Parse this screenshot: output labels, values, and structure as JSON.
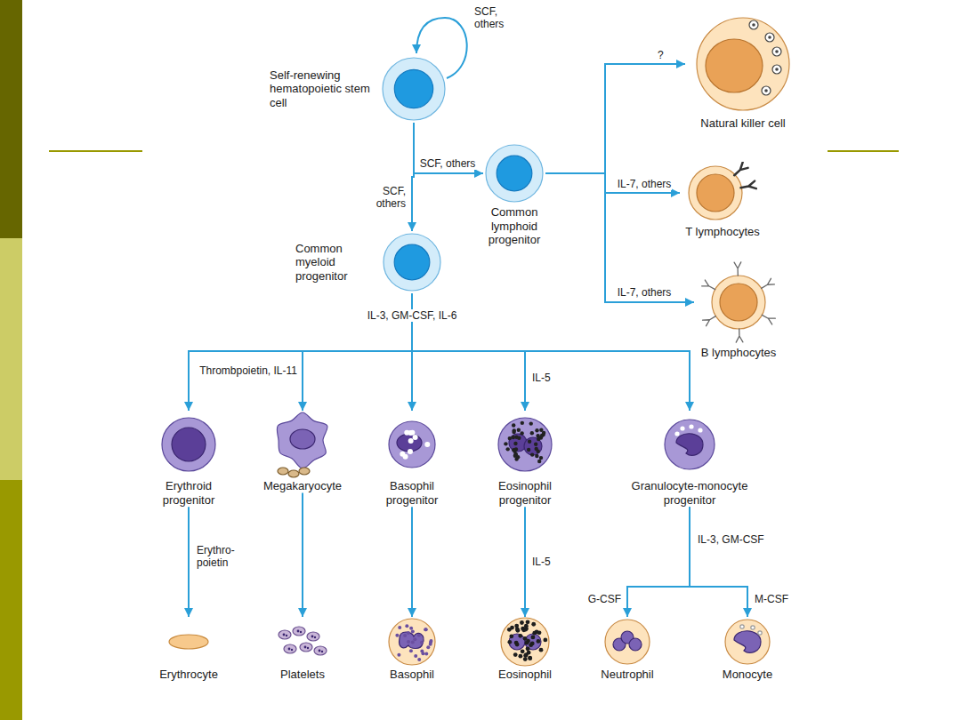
{
  "diagram": {
    "nodes": [
      {
        "text": [
          "Self-renewing hematopoietic stem cell"
        ]
      },
      {
        "text": [
          "Common lymphoid progenitor"
        ]
      },
      {
        "text": [
          "Common myeloid progenitor"
        ]
      },
      {
        "text": [
          "Natural killer cell"
        ]
      },
      {
        "text": [
          "T lymphocytes"
        ]
      },
      {
        "text": [
          "B lymphocytes"
        ]
      },
      {
        "text": [
          "Erythroid progenitor"
        ]
      },
      {
        "text": [
          "Megakaryocyte"
        ]
      },
      {
        "text": [
          "Basophil progenitor"
        ]
      },
      {
        "text": [
          "Eosinophil progenitor"
        ]
      },
      {
        "text": [
          "Granulocyte-monocyte progenitor"
        ]
      },
      {
        "text": [
          "Erythrocyte"
        ]
      },
      {
        "text": [
          "Platelets"
        ]
      },
      {
        "text": [
          "Basophil"
        ]
      },
      {
        "text": [
          "Eosinophil"
        ]
      },
      {
        "text": [
          "Neutrophil"
        ]
      },
      {
        "text": [
          "Monocyte"
        ]
      }
    ],
    "edges": [
      {
        "from": 0,
        "to": 1,
        "label": "SCF, others",
        "arrow": "to"
      },
      {
        "from": 0,
        "to": 2,
        "label": "SCF, others",
        "arrow": "to"
      },
      {
        "from": 1,
        "to": 3,
        "label": "?",
        "arrow": "to"
      },
      {
        "from": 1,
        "to": 4,
        "label": "IL-7, others",
        "arrow": "to"
      },
      {
        "from": 1,
        "to": 5,
        "label": "IL-7, others",
        "arrow": "to"
      },
      {
        "from": 2,
        "to": 6,
        "arrow": "to"
      },
      {
        "from": 2,
        "to": 7,
        "label": "Thrombpoietin, IL-11",
        "arrow": "to"
      },
      {
        "from": 2,
        "to": 8,
        "arrow": "to"
      },
      {
        "from": 2,
        "to": 9,
        "label": "IL-5",
        "arrow": "to"
      },
      {
        "from": 2,
        "to": 10,
        "arrow": "to"
      },
      {
        "from": 6,
        "to": 11,
        "label": "Erythro- poietin",
        "arrow": "to"
      },
      {
        "from": 7,
        "to": 12,
        "arrow": "to"
      },
      {
        "from": 8,
        "to": 13,
        "arrow": "to"
      },
      {
        "from": 9,
        "to": 14,
        "label": "IL-5",
        "arrow": "to"
      },
      {
        "from": 10,
        "to": 15,
        "label": "G-CSF",
        "arrow": "to"
      },
      {
        "from": 10,
        "to": 16,
        "label": "M-CSF",
        "arrow": "to"
      }
    ],
    "labels": [
      "SCF, others",
      "IL-3, GM-CSF, IL-6",
      "IL-3, GM-CSF"
    ]
  }
}
